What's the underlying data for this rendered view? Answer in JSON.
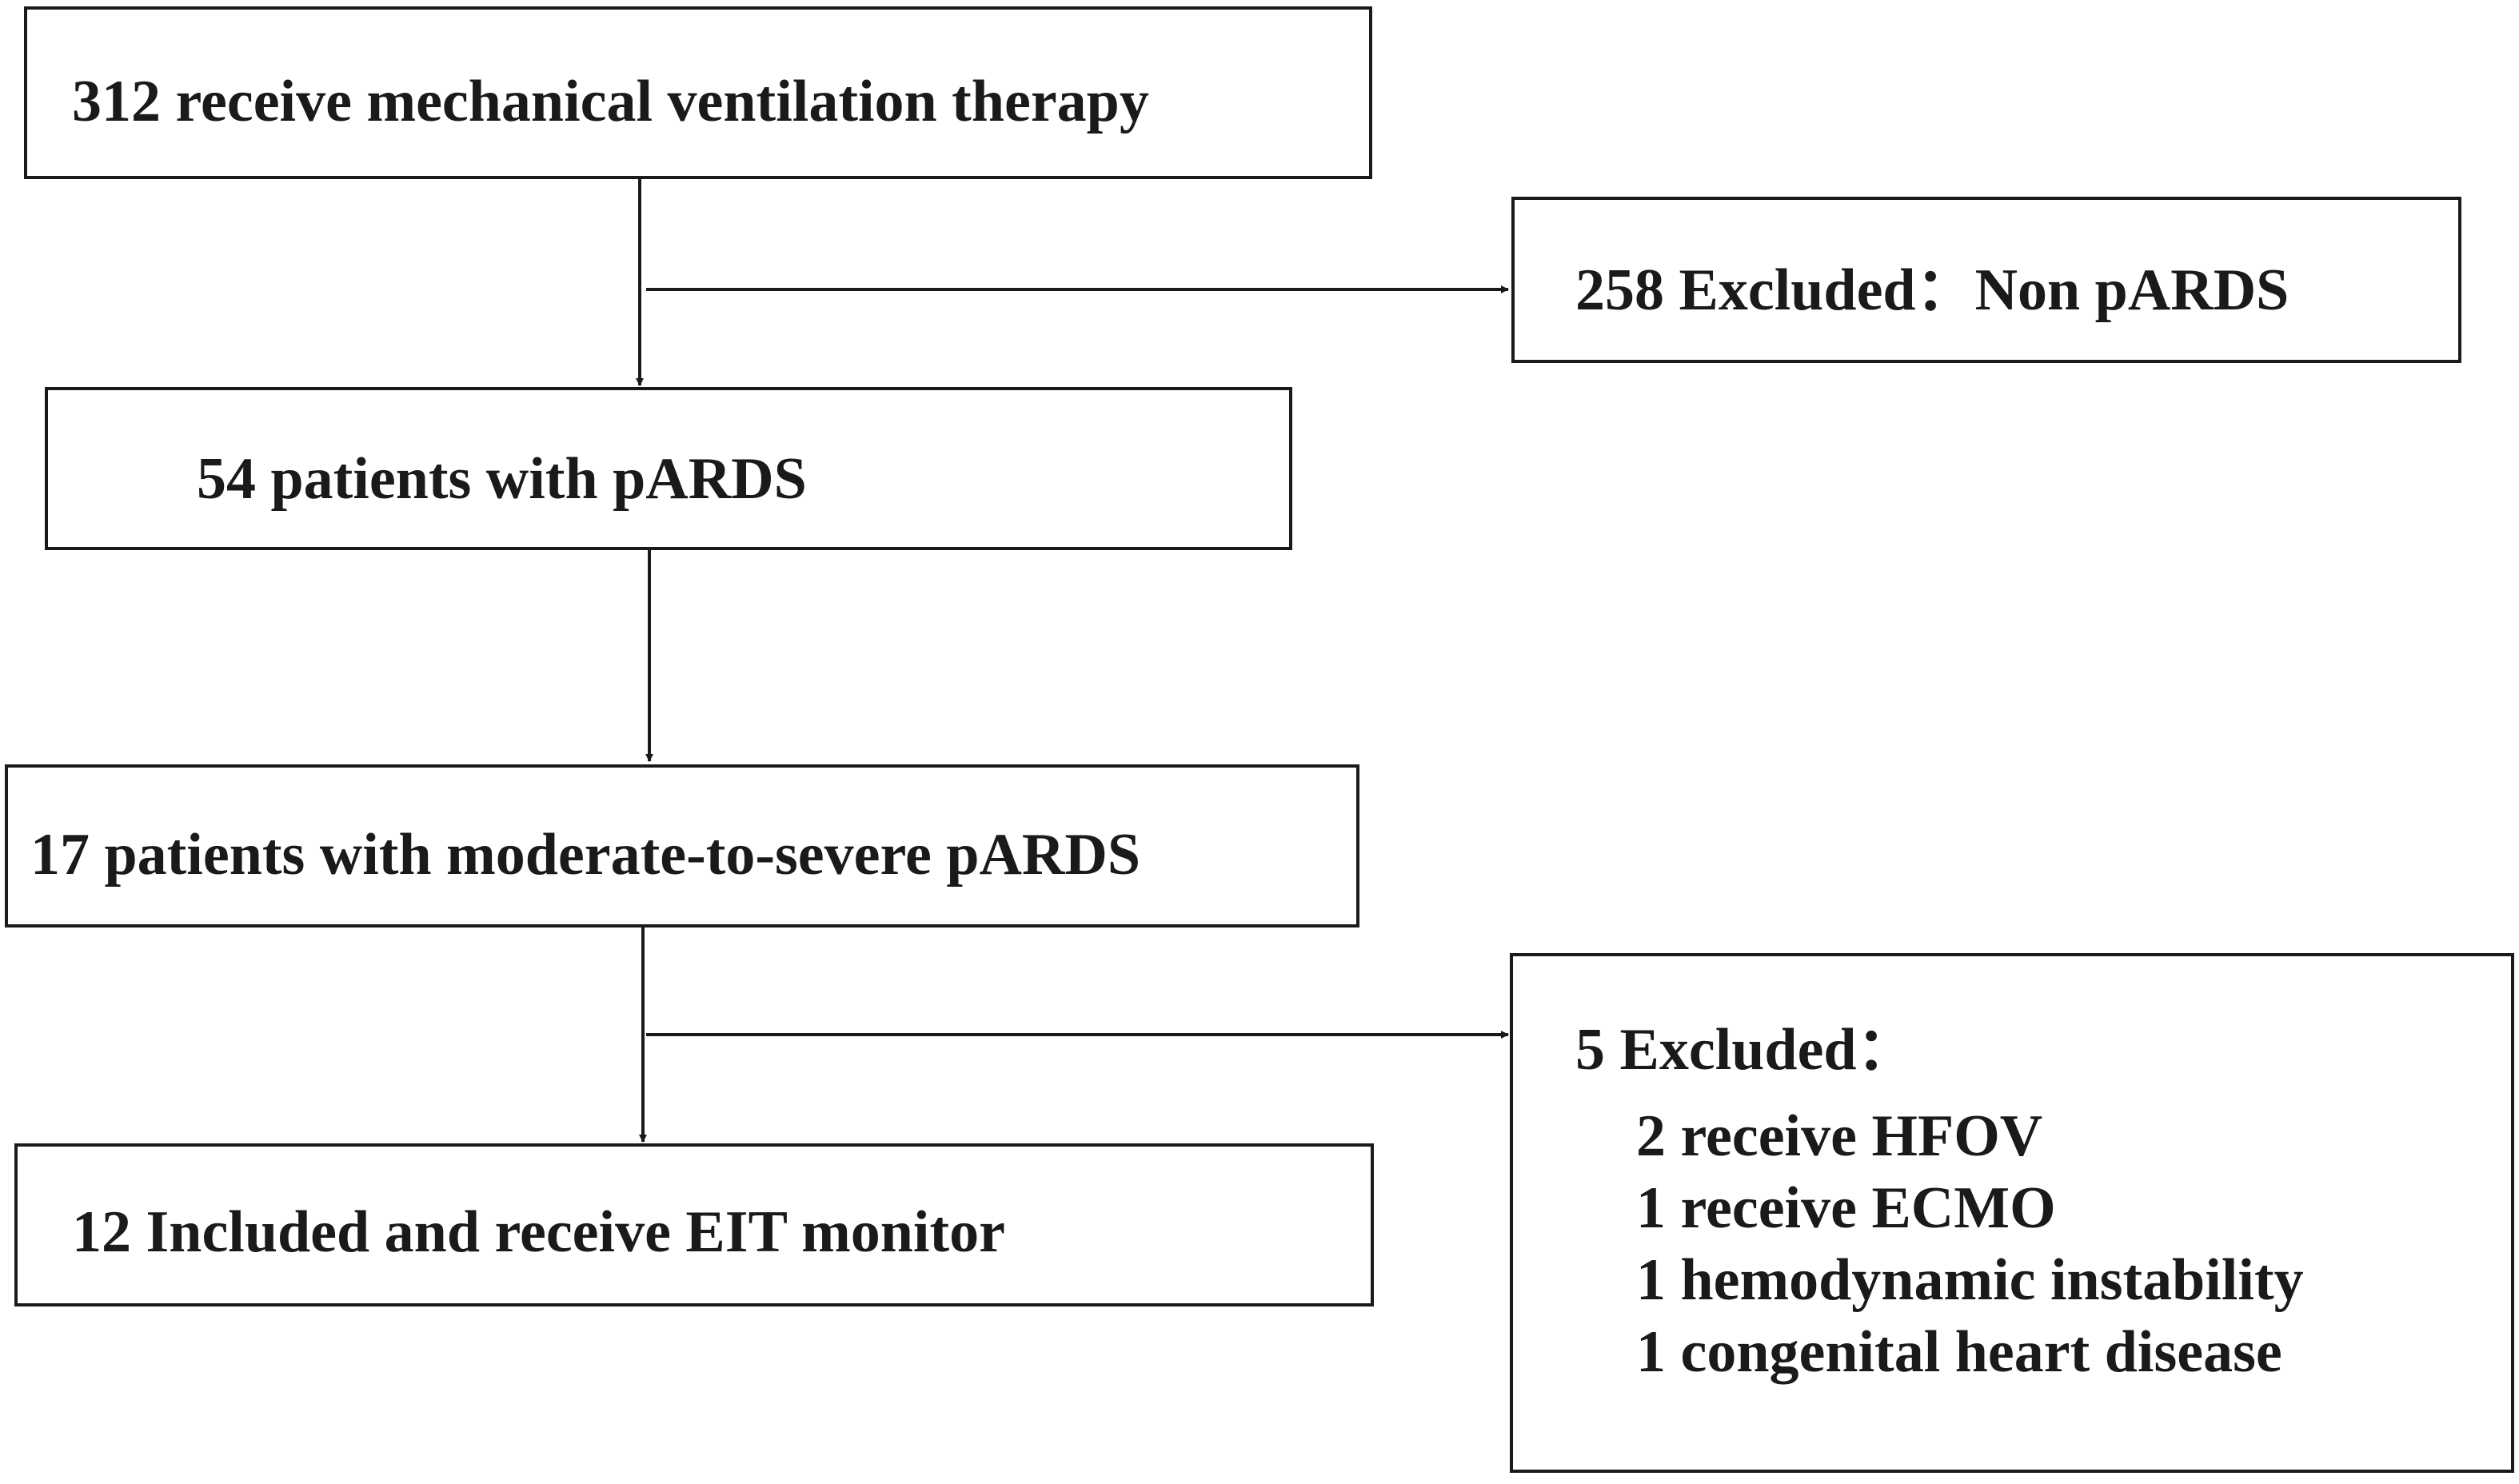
{
  "flowchart": {
    "step1": "312 receive mechanical ventilation therapy",
    "exclusion1": "258 Excluded：Non pARDS",
    "step2": "54 patients with pARDS",
    "step3": "17 patients with moderate-to-severe pARDS",
    "step4": "12 Included and receive EIT monitor",
    "exclusion2": {
      "title": "5 Excluded：",
      "reasons": [
        "2 receive HFOV",
        "1 receive ECMO",
        "1 hemodynamic instability",
        "1 congenital heart disease"
      ]
    }
  }
}
